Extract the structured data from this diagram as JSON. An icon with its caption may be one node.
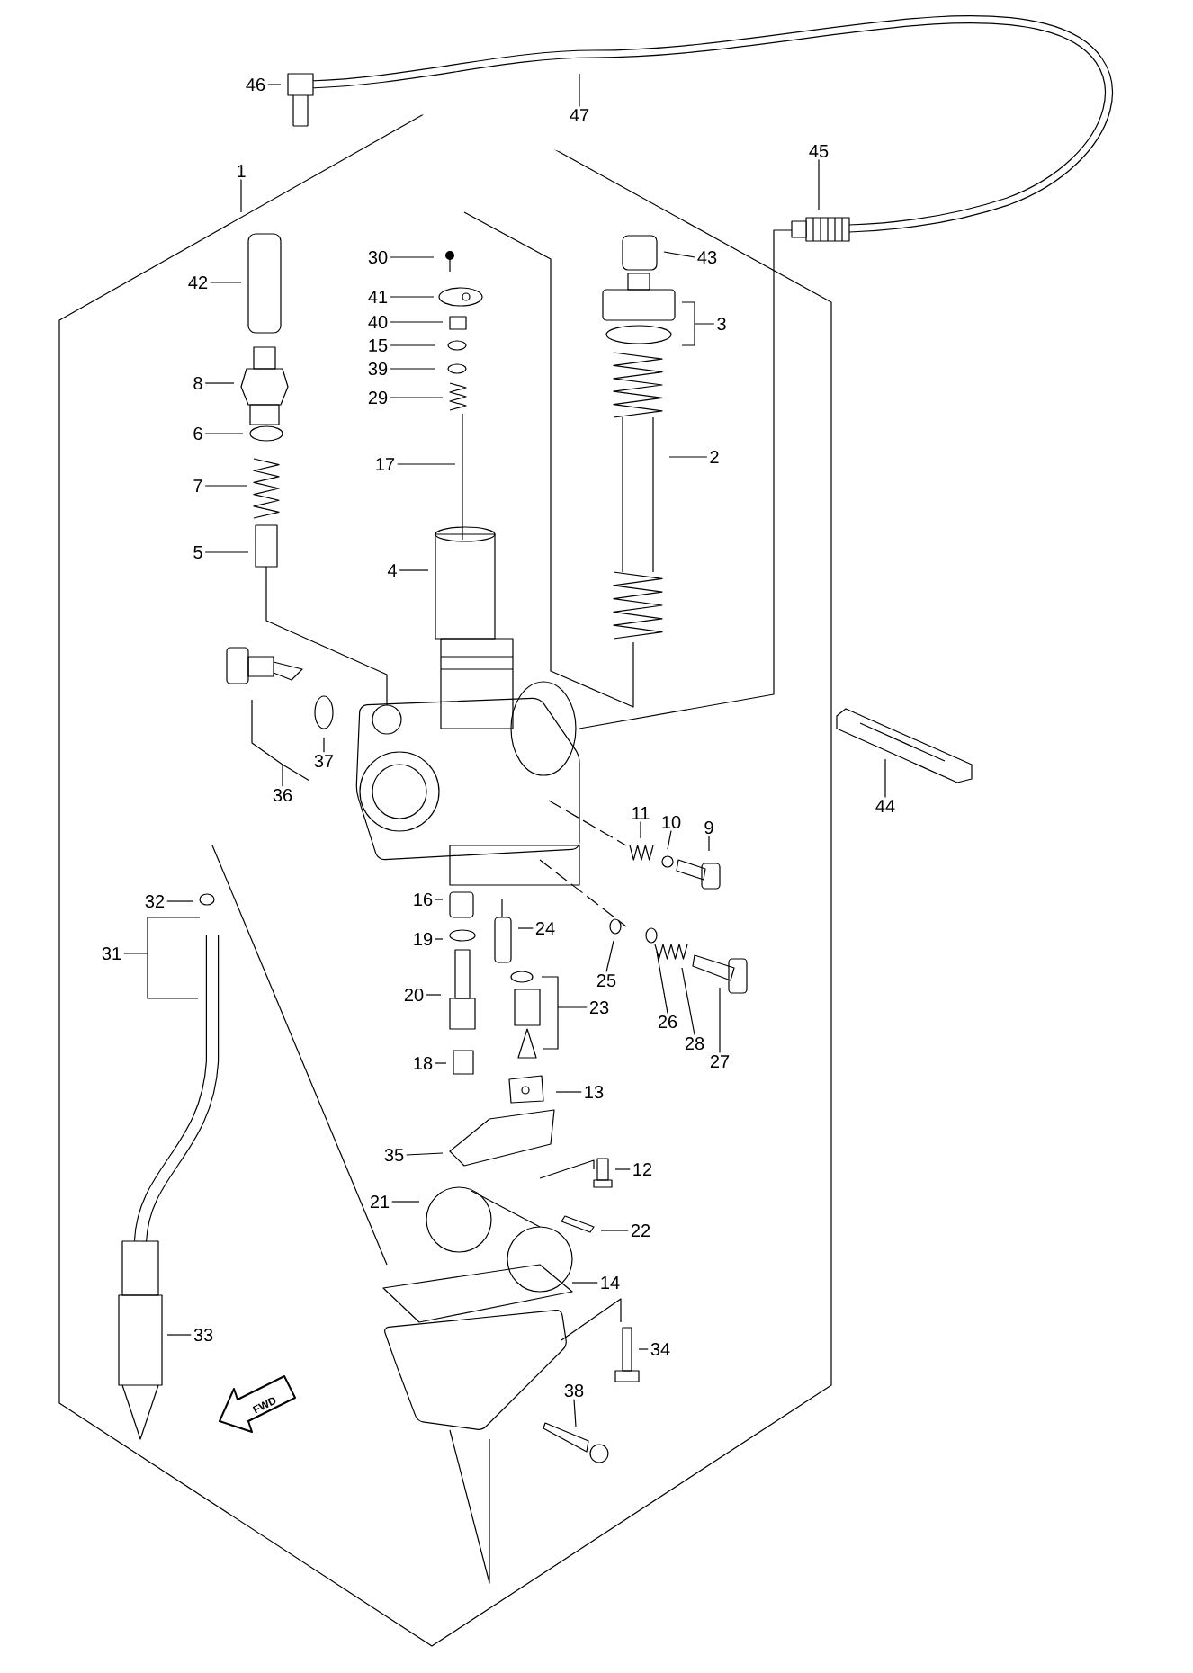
{
  "diagram": {
    "nodes": [
      {
        "text": [
          "1"
        ]
      },
      {
        "text": [
          "46"
        ]
      },
      {
        "text": [
          "47"
        ]
      },
      {
        "text": [
          "45"
        ]
      },
      {
        "text": [
          "43"
        ]
      },
      {
        "text": [
          "3"
        ]
      },
      {
        "text": [
          "2"
        ]
      },
      {
        "text": [
          "30"
        ]
      },
      {
        "text": [
          "41"
        ]
      },
      {
        "text": [
          "40"
        ]
      },
      {
        "text": [
          "15"
        ]
      },
      {
        "text": [
          "39"
        ]
      },
      {
        "text": [
          "29"
        ]
      },
      {
        "text": [
          "17"
        ]
      },
      {
        "text": [
          "42"
        ]
      },
      {
        "text": [
          "8"
        ]
      },
      {
        "text": [
          "6"
        ]
      },
      {
        "text": [
          "7"
        ]
      },
      {
        "text": [
          "5"
        ]
      },
      {
        "text": [
          "4"
        ]
      },
      {
        "text": [
          "36"
        ]
      },
      {
        "text": [
          "37"
        ]
      },
      {
        "text": [
          "44"
        ]
      },
      {
        "text": [
          "11"
        ]
      },
      {
        "text": [
          "10"
        ]
      },
      {
        "text": [
          "9"
        ]
      },
      {
        "text": [
          "16"
        ]
      },
      {
        "text": [
          "19"
        ]
      },
      {
        "text": [
          "24"
        ]
      },
      {
        "text": [
          "20"
        ]
      },
      {
        "text": [
          "23"
        ]
      },
      {
        "text": [
          "25"
        ]
      },
      {
        "text": [
          "26"
        ]
      },
      {
        "text": [
          "28"
        ]
      },
      {
        "text": [
          "27"
        ]
      },
      {
        "text": [
          "18"
        ]
      },
      {
        "text": [
          "13"
        ]
      },
      {
        "text": [
          "12"
        ]
      },
      {
        "text": [
          "35"
        ]
      },
      {
        "text": [
          "21"
        ]
      },
      {
        "text": [
          "22"
        ]
      },
      {
        "text": [
          "14"
        ]
      },
      {
        "text": [
          "34"
        ]
      },
      {
        "text": [
          "38"
        ]
      },
      {
        "text": [
          "32"
        ]
      },
      {
        "text": [
          "31"
        ]
      },
      {
        "text": [
          "33"
        ]
      }
    ],
    "edges": [
      {
        "from": 0,
        "to": null,
        "arrow": "none"
      },
      {
        "from": 1,
        "to": null,
        "arrow": "none"
      },
      {
        "from": 2,
        "to": null,
        "arrow": "none"
      },
      {
        "from": 3,
        "to": null,
        "arrow": "none"
      },
      {
        "from": 4,
        "to": null,
        "arrow": "none"
      },
      {
        "from": 5,
        "to": null,
        "arrow": "none"
      },
      {
        "from": 6,
        "to": null,
        "arrow": "none"
      },
      {
        "from": 7,
        "to": null,
        "arrow": "none"
      },
      {
        "from": 8,
        "to": null,
        "arrow": "none"
      },
      {
        "from": 9,
        "to": null,
        "arrow": "none"
      },
      {
        "from": 10,
        "to": null,
        "arrow": "none"
      },
      {
        "from": 11,
        "to": null,
        "arrow": "none"
      },
      {
        "from": 12,
        "to": null,
        "arrow": "none"
      },
      {
        "from": 13,
        "to": null,
        "arrow": "none"
      },
      {
        "from": 14,
        "to": null,
        "arrow": "none"
      },
      {
        "from": 15,
        "to": null,
        "arrow": "none"
      },
      {
        "from": 16,
        "to": null,
        "arrow": "none"
      },
      {
        "from": 17,
        "to": null,
        "arrow": "none"
      },
      {
        "from": 18,
        "to": null,
        "arrow": "none"
      },
      {
        "from": 19,
        "to": null,
        "arrow": "none"
      },
      {
        "from": 20,
        "to": null,
        "arrow": "none"
      },
      {
        "from": 21,
        "to": null,
        "arrow": "none"
      },
      {
        "from": 22,
        "to": null,
        "arrow": "none"
      },
      {
        "from": 23,
        "to": null,
        "arrow": "none"
      },
      {
        "from": 24,
        "to": null,
        "arrow": "none"
      },
      {
        "from": 25,
        "to": null,
        "arrow": "none"
      },
      {
        "from": 26,
        "to": null,
        "arrow": "none"
      },
      {
        "from": 27,
        "to": null,
        "arrow": "none"
      },
      {
        "from": 28,
        "to": null,
        "arrow": "none"
      },
      {
        "from": 29,
        "to": null,
        "arrow": "none"
      },
      {
        "from": 30,
        "to": null,
        "arrow": "none"
      },
      {
        "from": 31,
        "to": null,
        "arrow": "none"
      },
      {
        "from": 32,
        "to": null,
        "arrow": "none"
      },
      {
        "from": 33,
        "to": null,
        "arrow": "none"
      },
      {
        "from": 34,
        "to": null,
        "arrow": "none"
      },
      {
        "from": 35,
        "to": null,
        "arrow": "none"
      },
      {
        "from": 36,
        "to": null,
        "arrow": "none"
      },
      {
        "from": 37,
        "to": null,
        "arrow": "none"
      },
      {
        "from": 38,
        "to": null,
        "arrow": "none"
      },
      {
        "from": 39,
        "to": null,
        "arrow": "none"
      },
      {
        "from": 40,
        "to": null,
        "arrow": "none"
      },
      {
        "from": 41,
        "to": null,
        "arrow": "none"
      },
      {
        "from": 42,
        "to": null,
        "arrow": "none"
      },
      {
        "from": 43,
        "to": null,
        "arrow": "none"
      },
      {
        "from": 44,
        "to": null,
        "arrow": "none"
      },
      {
        "from": 45,
        "to": null,
        "arrow": "none"
      },
      {
        "from": 46,
        "to": null,
        "arrow": "none"
      }
    ],
    "labels": [
      "FWD"
    ]
  }
}
